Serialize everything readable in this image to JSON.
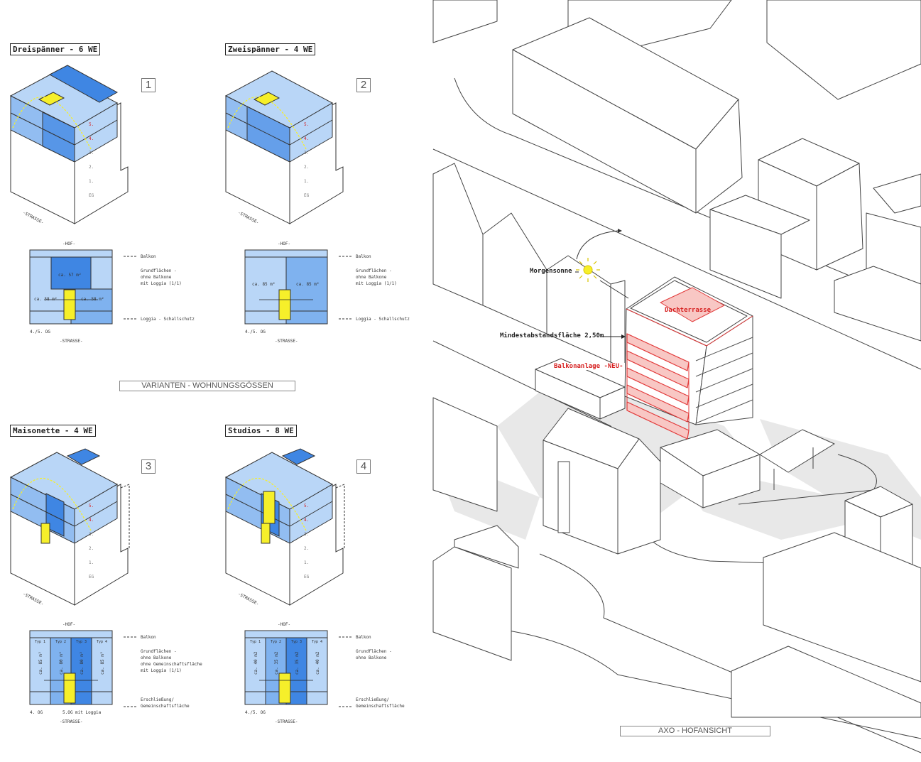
{
  "variants": [
    {
      "title": "Dreispänner - 6 WE",
      "number": "1",
      "floors": [
        "5.",
        "4.",
        "3.",
        "2.",
        "1.",
        "EG"
      ],
      "street": "-STRASSE-",
      "hof": "-HOF-",
      "plan_areas": [
        "ca. 57 m²",
        "ca. 58 m²",
        "ca. 58 m²"
      ],
      "plan_floor": "4./5. OG",
      "plan_street": "-STRASSE-",
      "legend": [
        "Balkon",
        "Grundflächen -\nohne Balkone\nmit Loggia (1/1)",
        "Loggia - Schallschutz"
      ]
    },
    {
      "title": "Zweispänner - 4 WE",
      "number": "2",
      "floors": [
        "5.",
        "4.",
        "3.",
        "2.",
        "1.",
        "EG"
      ],
      "street": "-STRASSE-",
      "hof": "-HOF-",
      "plan_areas": [
        "ca. 85 m²",
        "ca. 85 m²"
      ],
      "plan_floor": "4./5. OG",
      "plan_street": "-STRASSE-",
      "legend": [
        "Balkon",
        "Grundflächen -\nohne Balkone\nmit Loggia (1/1)",
        "Loggia - Schallschutz"
      ]
    },
    {
      "title": "Maisonette - 4 WE",
      "number": "3",
      "floors": [
        "5.",
        "4.",
        "3.",
        "2.",
        "1.",
        "EG"
      ],
      "street": "-STRASSE-",
      "hof": "-HOF-",
      "plan_types": [
        "Typ 1",
        "Typ 2",
        "Typ 3",
        "Typ 4"
      ],
      "plan_areas": [
        "ca. 85 m²",
        "ca. 80 m²",
        "ca. 80 m²",
        "ca. 85 m²"
      ],
      "plan_floor": "4. OG",
      "plan_floor2": "5.OG mit Loggia",
      "plan_street": "-STRASSE-",
      "legend": [
        "Balkon",
        "Grundflächen -\nohne Balkone\nohne Gemeinschaftsfläche\nmit Loggia (1/1)",
        "Erschließung/\nGemeinschaftsfläche"
      ]
    },
    {
      "title": "Studios - 8 WE",
      "number": "4",
      "floors": [
        "5.",
        "4.",
        "3.",
        "2.",
        "1.",
        "EG"
      ],
      "street": "-STRASSE-",
      "hof": "-HOF-",
      "plan_types": [
        "Typ 1",
        "Typ 2",
        "Typ 3",
        "Typ 4"
      ],
      "plan_areas": [
        "ca. 40 m2",
        "ca. 35 m2",
        "ca. 35 m2",
        "ca. 40 m2"
      ],
      "plan_floor": "4./5. OG",
      "plan_street": "-STRASSE-",
      "legend": [
        "Balkon",
        "Grundflächen -\nohne Balkone",
        "Erschließung/\nGemeinschaftsfläche"
      ]
    }
  ],
  "caption_left": "VARIANTEN - WOHNUNGSGÖSSEN",
  "axo": {
    "caption": "AXO - HOFANSICHT",
    "labels": {
      "morgensonne": "Morgensonne",
      "dachterrasse": "Dachterrasse",
      "abstand": "Mindestabstandsfläche 2,50m",
      "balkon": "Balkonanlage -NEU-"
    }
  },
  "colors": {
    "light_blue": "#b9d6f7",
    "mid_blue": "#7fb2ef",
    "dark_blue": "#3f86e3",
    "yellow": "#f6ef2a",
    "red": "#e23a3a",
    "red_fill": "#f8c7c4",
    "outline": "#333333",
    "ground_shadow": "#e6e6e6"
  }
}
